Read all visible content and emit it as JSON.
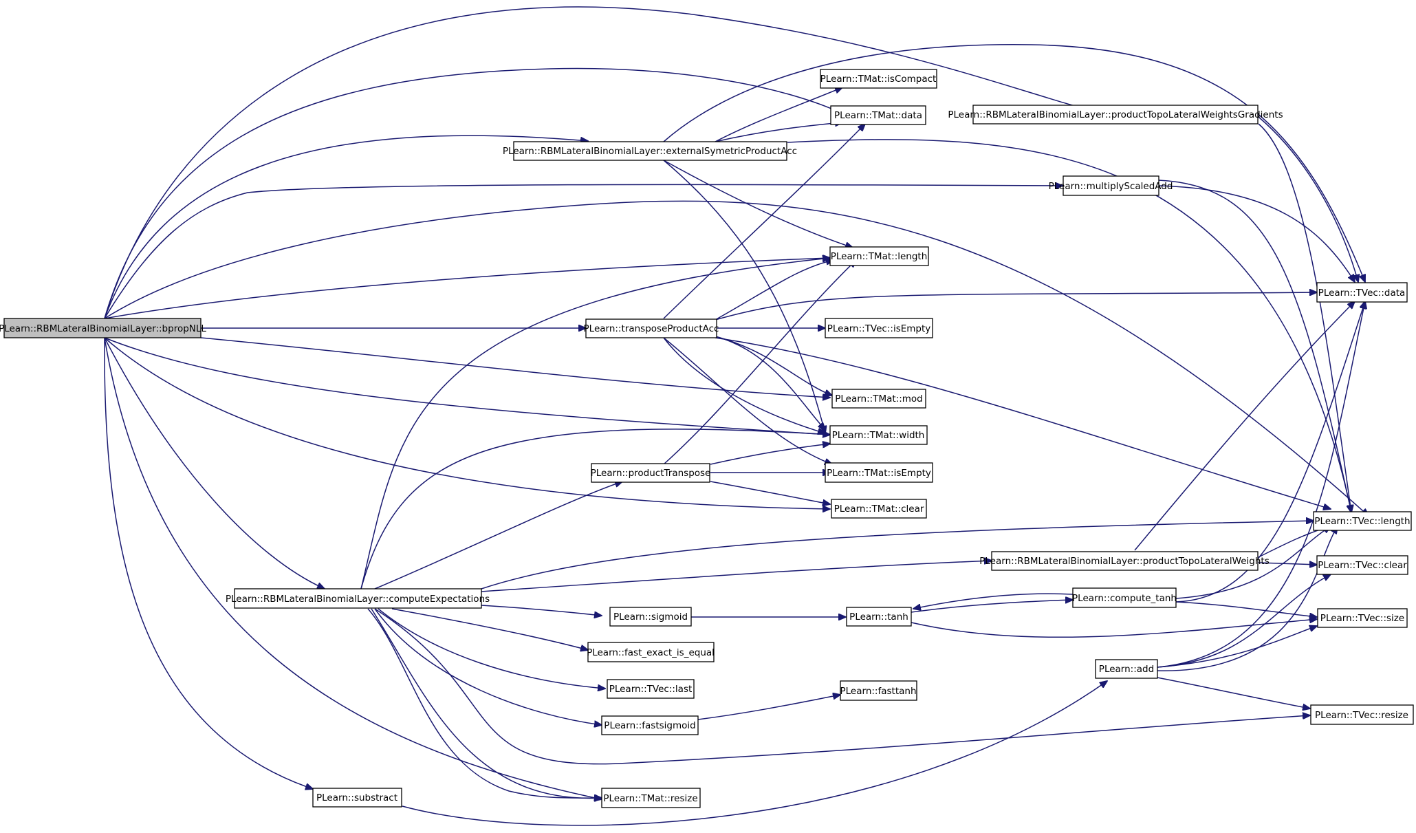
{
  "colors": {
    "edge": "#191970",
    "node_fill": "#ffffff",
    "root_fill": "#bfbfbf",
    "node_border": "#000000"
  },
  "nodes": {
    "bpropNLL": "PLearn::RBMLateralBinomialLayer::bpropNLL",
    "externalSymetricProductAcc": "PLearn::RBMLateralBinomialLayer::externalSymetricProductAcc",
    "transposeProductAcc": "PLearn::transposeProductAcc",
    "productTranspose": "PLearn::productTranspose",
    "computeExpectations": "PLearn::RBMLateralBinomialLayer::computeExpectations",
    "substract": "PLearn::substract",
    "tmat_isCompact": "PLearn::TMat::isCompact",
    "tmat_data": "PLearn::TMat::data",
    "tmat_length": "PLearn::TMat::length",
    "tvec_isEmpty": "PLearn::TVec::isEmpty",
    "tmat_mod": "PLearn::TMat::mod",
    "tmat_width": "PLearn::TMat::width",
    "tmat_isEmpty": "PLearn::TMat::isEmpty",
    "tmat_clear": "PLearn::TMat::clear",
    "sigmoid": "PLearn::sigmoid",
    "fast_exact_is_equal": "PLearn::fast_exact_is_equal",
    "tvec_last": "PLearn::TVec::last",
    "fastsigmoid": "PLearn::fastsigmoid",
    "tmat_resize": "PLearn::TMat::resize",
    "tanh": "PLearn::tanh",
    "fasttanh": "PLearn::fasttanh",
    "productTopoLateralWeightsGradients": "PLearn::RBMLateralBinomialLayer::productTopoLateralWeightsGradients",
    "multiplyScaledAdd": "PLearn::multiplyScaledAdd",
    "productTopoLateralWeights": "PLearn::RBMLateralBinomialLayer::productTopoLateralWeights",
    "compute_tanh": "PLearn::compute_tanh",
    "add": "PLearn::add",
    "tvec_data": "PLearn::TVec::data",
    "tvec_length": "PLearn::TVec::length",
    "tvec_clear": "PLearn::TVec::clear",
    "tvec_size": "PLearn::TVec::size",
    "tvec_resize": "PLearn::TVec::resize"
  }
}
